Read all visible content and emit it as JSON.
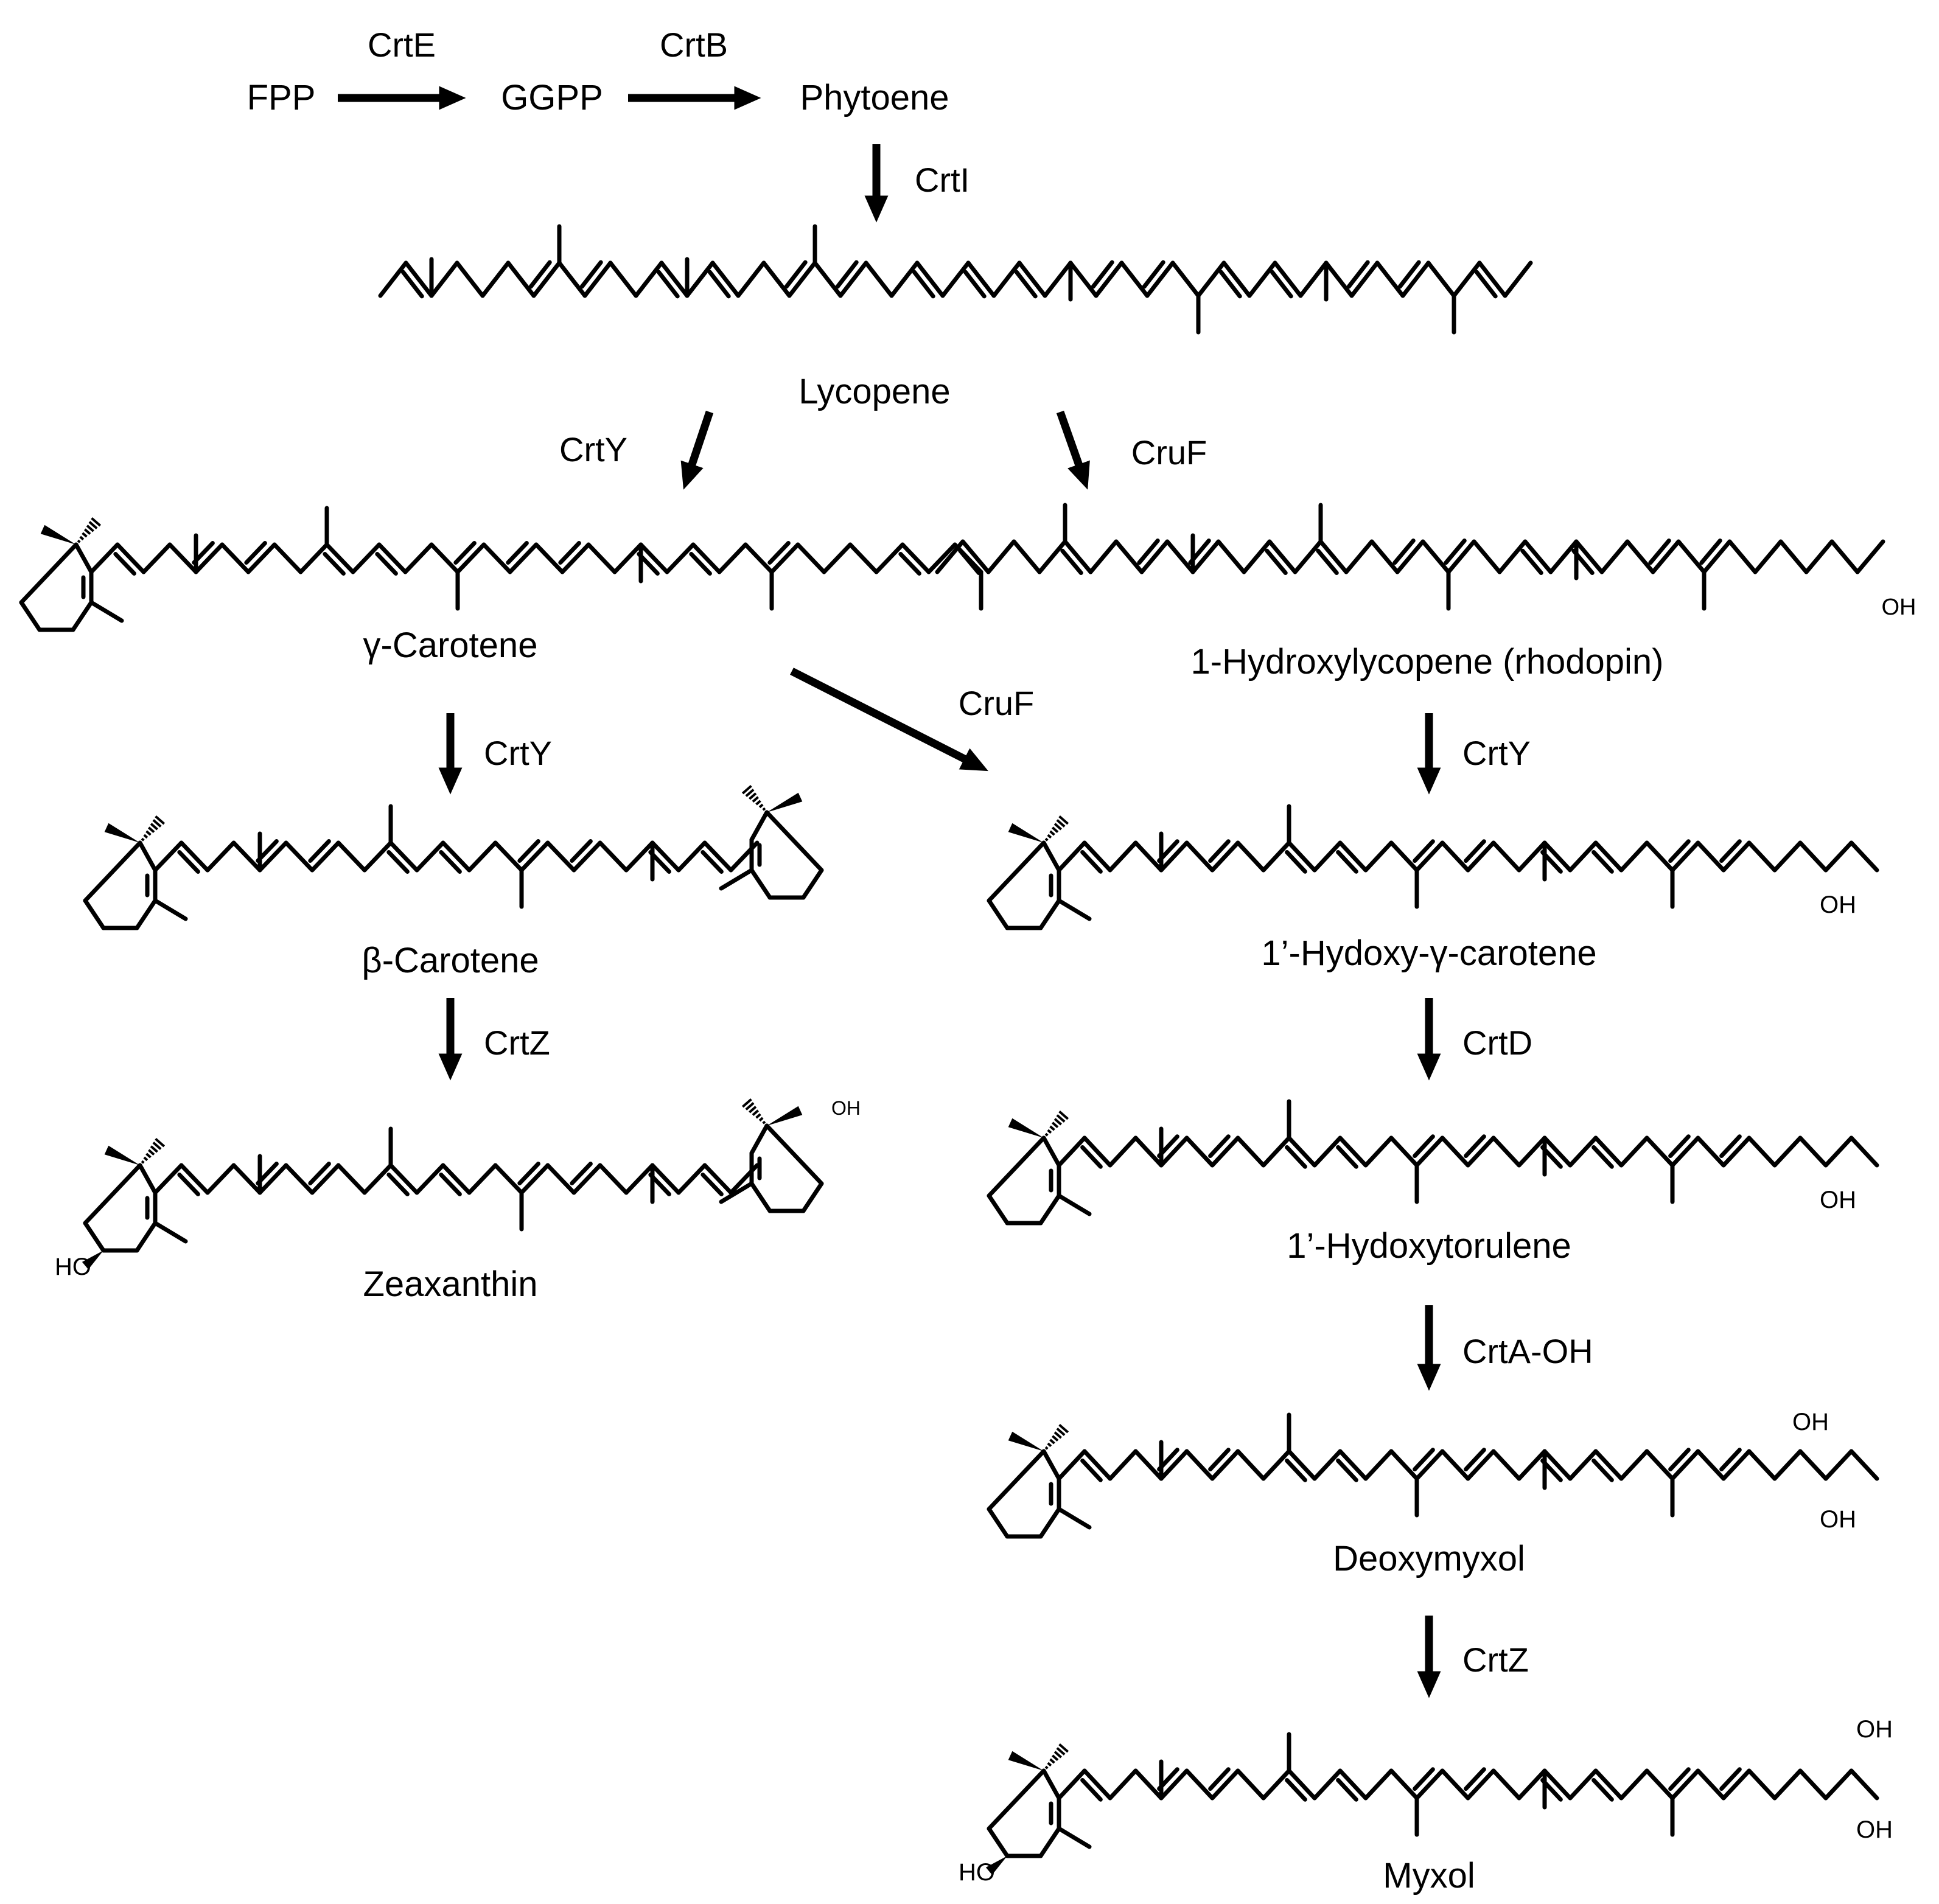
{
  "colors": {
    "ink": "#000000",
    "background": "#ffffff"
  },
  "labels": {
    "fpp": "FPP",
    "ggpp": "GGPP",
    "phytoene": "Phytoene",
    "crtE": "CrtE",
    "crtB": "CrtB",
    "crtI": "CrtI",
    "lycopene": "Lycopene",
    "crtY_left": "CrtY",
    "cruF_right": "CruF",
    "gamma_carotene": "γ-Carotene",
    "hydroxylycopene": "1-Hydroxylycopene (rhodopin)",
    "cruF_diag": "CruF",
    "crtY_beta": "CrtY",
    "crtY_right": "CrtY",
    "beta_carotene": "β-Carotene",
    "hydoxy_gamma_carotene": "1’-Hydoxy-γ-carotene",
    "crtZ_left": "CrtZ",
    "crtD": "CrtD",
    "zeaxanthin": "Zeaxanthin",
    "hydoxytorulene": "1’-Hydoxytorulene",
    "crtA_OH": "CrtA-OH",
    "deoxymyxol": "Deoxymyxol",
    "crtZ_right": "CrtZ",
    "myxol": "Myxol",
    "oh": "OH",
    "ho": "HO"
  }
}
